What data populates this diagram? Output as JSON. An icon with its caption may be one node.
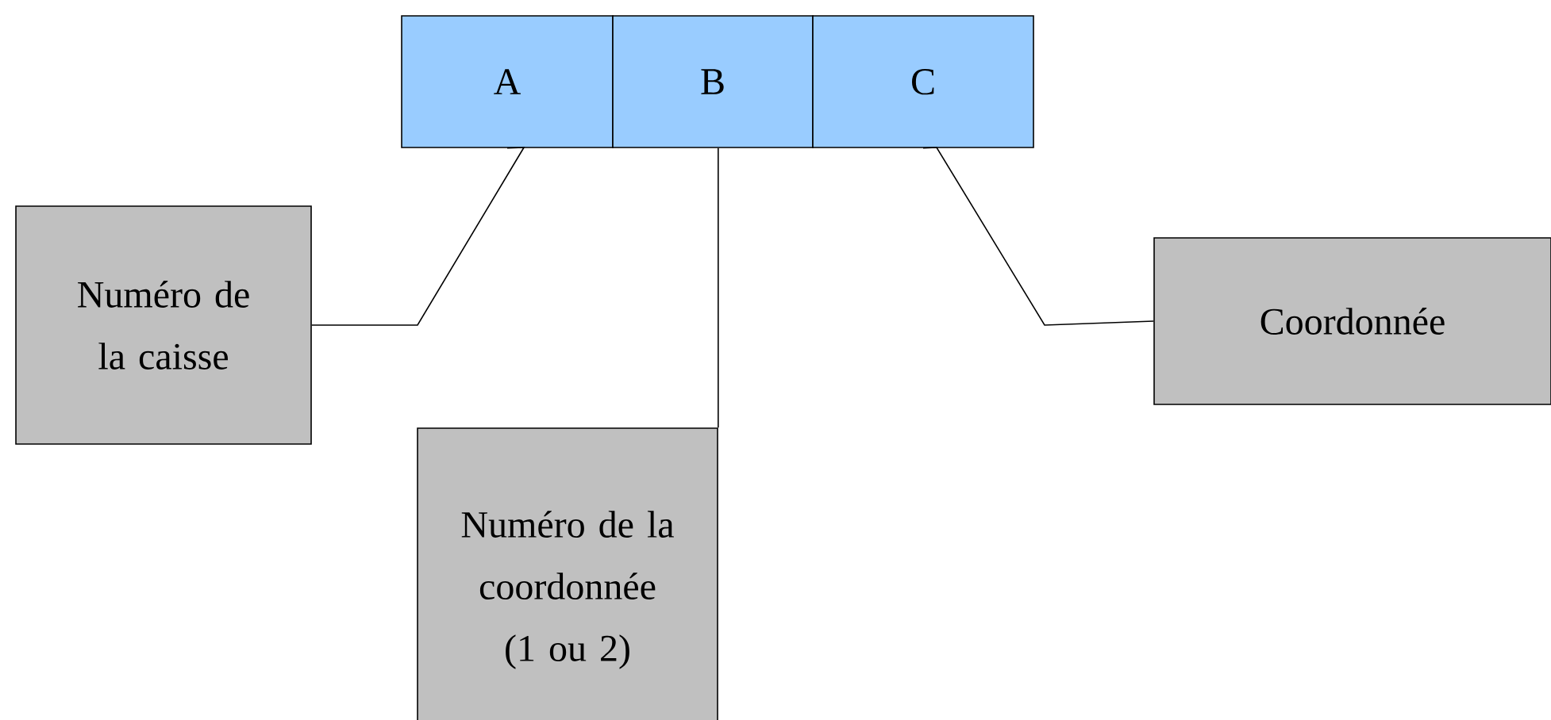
{
  "diagram": {
    "nodes": [
      {
        "text": [
          "A"
        ]
      },
      {
        "text": [
          "B"
        ]
      },
      {
        "text": [
          "C"
        ]
      },
      {
        "text": [
          "Numéro de la caisse"
        ]
      },
      {
        "text": [
          "Numéro de la coordonnée (1 ou 2)"
        ]
      },
      {
        "text": [
          "Coordonnée"
        ]
      }
    ],
    "edges": [
      {
        "from": 3,
        "to": 0,
        "arrow": "none"
      },
      {
        "from": 4,
        "to": 1,
        "arrow": "none"
      },
      {
        "from": 5,
        "to": 2,
        "arrow": "none"
      }
    ]
  }
}
